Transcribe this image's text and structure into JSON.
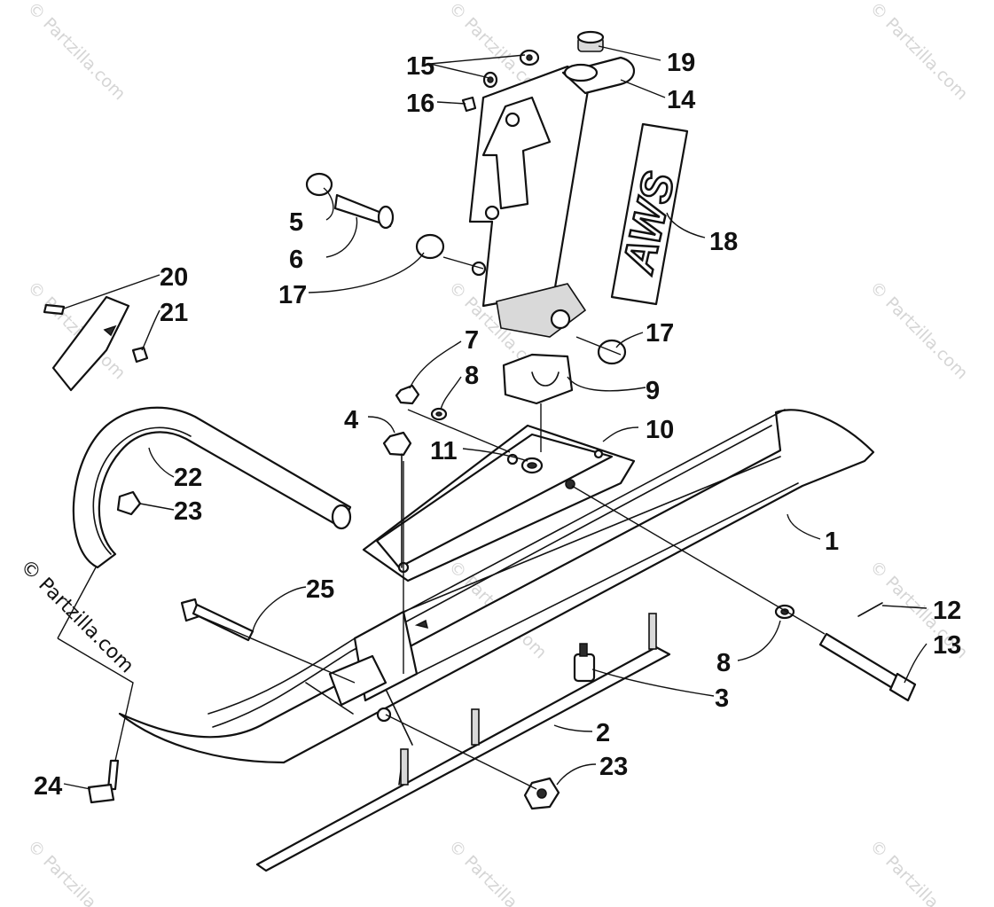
{
  "diagram": {
    "callouts": [
      "1",
      "2",
      "3",
      "4",
      "5",
      "6",
      "7",
      "8",
      "8",
      "9",
      "10",
      "11",
      "12",
      "13",
      "14",
      "15",
      "16",
      "17",
      "17",
      "18",
      "19",
      "20",
      "21",
      "22",
      "23",
      "23",
      "24",
      "25"
    ],
    "logo_text": "AWS",
    "watermark_text": "© Partzilla.com"
  }
}
